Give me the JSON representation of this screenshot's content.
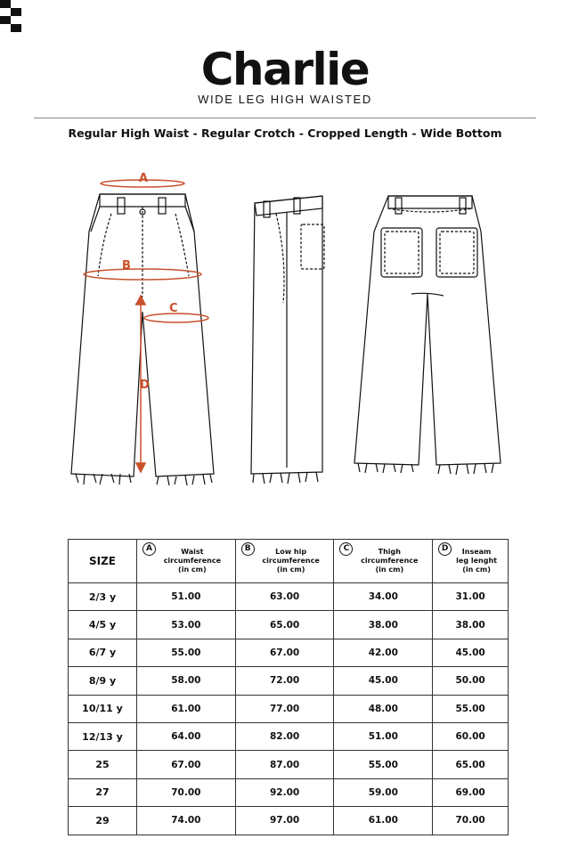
{
  "brand": {
    "title": "Charlie",
    "subtitle": "WIDE LEG HIGH WAISTED"
  },
  "spec_line": "Regular High Waist - Regular Crotch - Cropped Length - Wide Bottom",
  "measure_labels": {
    "a": "A",
    "b": "B",
    "c": "C",
    "d": "D"
  },
  "accent_color": "#c8502a",
  "table": {
    "size_header": "SIZE",
    "columns": [
      {
        "badge": "A",
        "line1": "Waist",
        "line2": "circumference",
        "line3": "(in cm)"
      },
      {
        "badge": "B",
        "line1": "Low hip",
        "line2": "circumference",
        "line3": "(in cm)"
      },
      {
        "badge": "C",
        "line1": "Thigh",
        "line2": "circumference",
        "line3": "(in cm)"
      },
      {
        "badge": "D",
        "line1": "Inseam",
        "line2": "leg lenght",
        "line3": "(in cm)"
      }
    ],
    "rows": [
      {
        "size": "2/3 y",
        "a": "51.00",
        "b": "63.00",
        "c": "34.00",
        "d": "31.00"
      },
      {
        "size": "4/5 y",
        "a": "53.00",
        "b": "65.00",
        "c": "38.00",
        "d": "38.00"
      },
      {
        "size": "6/7 y",
        "a": "55.00",
        "b": "67.00",
        "c": "42.00",
        "d": "45.00"
      },
      {
        "size": "8/9 y",
        "a": "58.00",
        "b": "72.00",
        "c": "45.00",
        "d": "50.00"
      },
      {
        "size": "10/11 y",
        "a": "61.00",
        "b": "77.00",
        "c": "48.00",
        "d": "55.00"
      },
      {
        "size": "12/13 y",
        "a": "64.00",
        "b": "82.00",
        "c": "51.00",
        "d": "60.00"
      },
      {
        "size": "25",
        "a": "67.00",
        "b": "87.00",
        "c": "55.00",
        "d": "65.00"
      },
      {
        "size": "27",
        "a": "70.00",
        "b": "92.00",
        "c": "59.00",
        "d": "69.00"
      },
      {
        "size": "29",
        "a": "74.00",
        "b": "97.00",
        "c": "61.00",
        "d": "70.00"
      }
    ]
  }
}
